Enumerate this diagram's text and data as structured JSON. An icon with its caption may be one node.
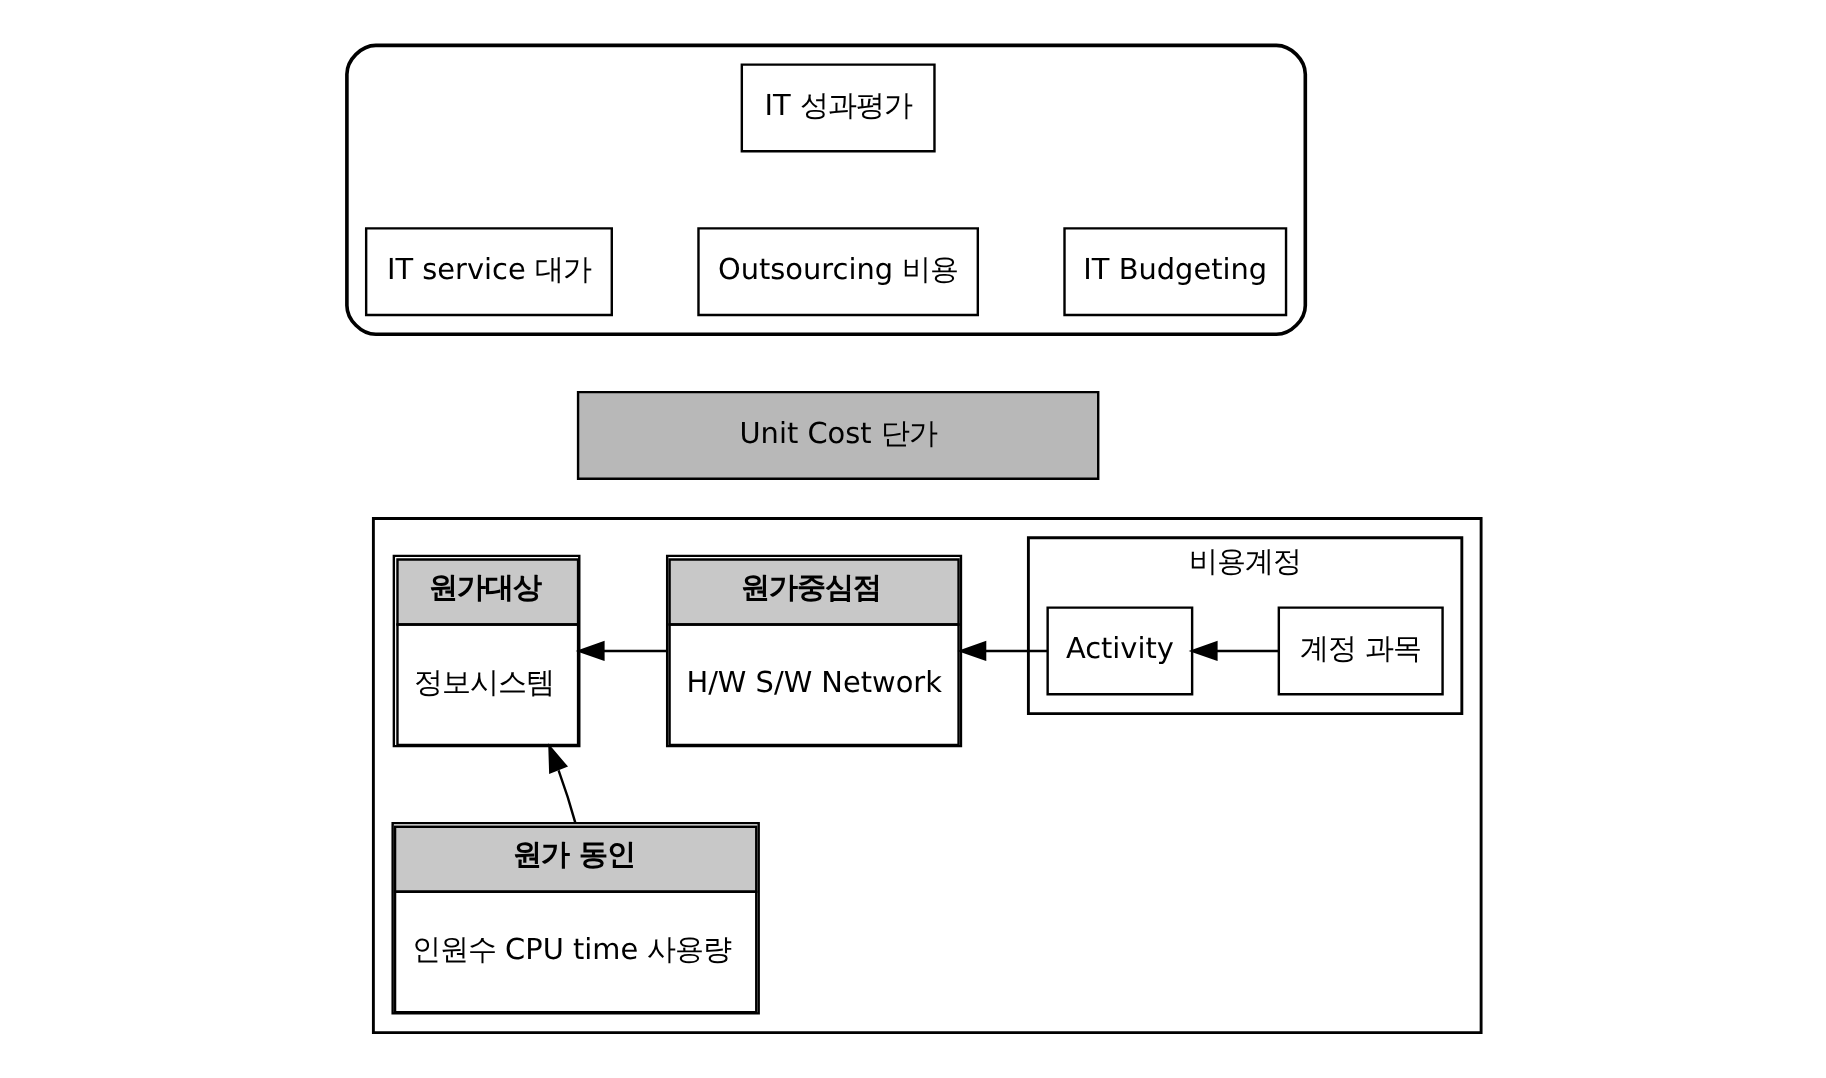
{
  "diagram": {
    "nodes": [
      {
        "text": [],
        "shape": "triangle"
      },
      {
        "text": [
          "IT 성과평가"
        ],
        "in": 0
      },
      {
        "text": [
          "IT service 대가"
        ],
        "in": 0
      },
      {
        "text": [
          "Outsourcing 비용"
        ],
        "in": 0
      },
      {
        "text": [
          "IT Budgeting"
        ],
        "in": 0
      },
      {
        "text": [
          "Unit Cost 단가"
        ]
      },
      {
        "text": [],
        "shape": "box"
      },
      {
        "text": [
          "비용계정"
        ],
        "in": 6
      },
      {
        "text": [
          "계정 과목"
        ],
        "in": 7
      },
      {
        "text": [
          "Activity"
        ],
        "in": 7
      },
      {
        "text": [
          "원가중심점",
          "H/W S/W Network"
        ],
        "in": 6
      },
      {
        "text": [
          "원가대상",
          "정보시스템"
        ],
        "in": 6
      },
      {
        "text": [
          "원가 동인",
          "인원수 CPU time 사용량"
        ],
        "in": 6
      }
    ],
    "edges": [
      {
        "from": 8,
        "to": 9,
        "arrow": "to"
      },
      {
        "from": 9,
        "to": 10,
        "arrow": "to"
      },
      {
        "from": 10,
        "to": 11,
        "arrow": "to"
      },
      {
        "from": 12,
        "to": 11,
        "arrow": "to"
      }
    ]
  }
}
